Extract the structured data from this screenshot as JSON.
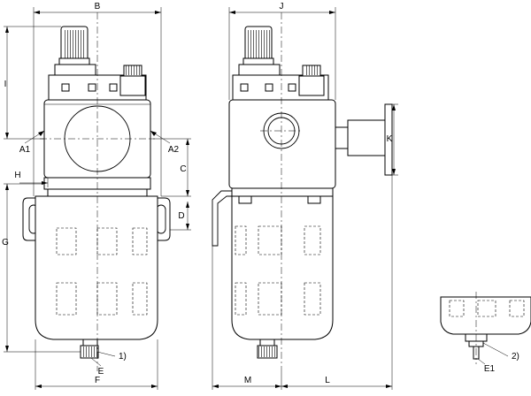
{
  "labels": {
    "B": "B",
    "J": "J",
    "I": "I",
    "A1": "A1",
    "A2": "A2",
    "C": "C",
    "K": "K",
    "H": "H",
    "D": "D",
    "G": "G",
    "E": "E",
    "F": "F",
    "M": "M",
    "L": "L",
    "note1": "1)",
    "note2": "2)",
    "E1": "E1"
  }
}
